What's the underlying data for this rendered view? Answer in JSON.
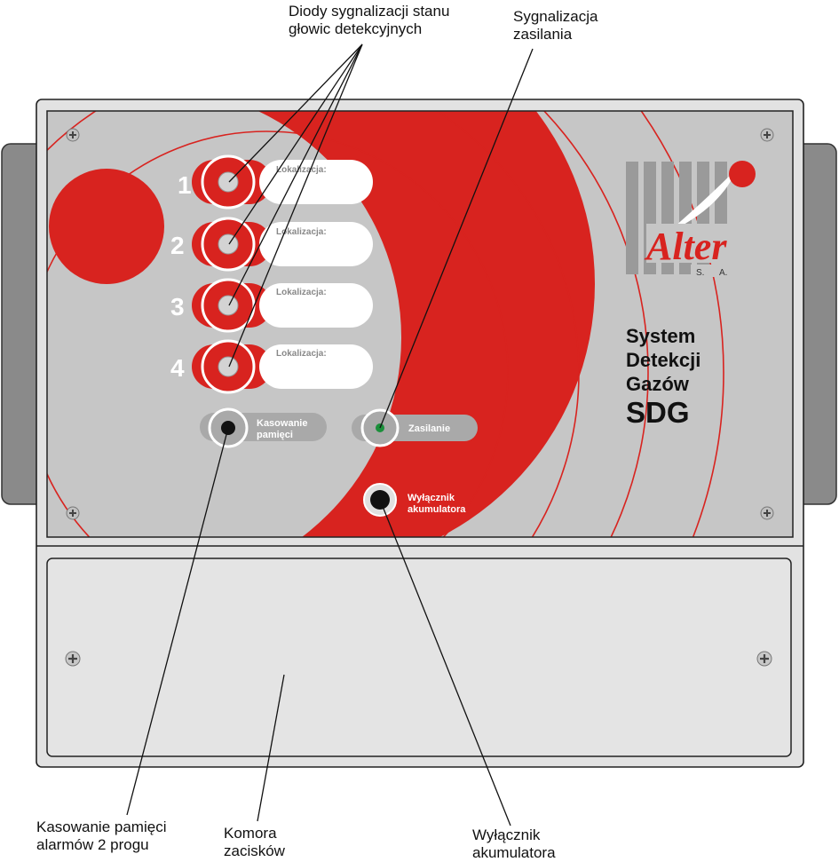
{
  "callouts": {
    "diodes_line1": "Diody sygnalizacji stanu",
    "diodes_line2": "głowic detekcyjnych",
    "power_line1": "Sygnalizacja",
    "power_line2": "zasilania",
    "reset_line1": "Kasowanie pamięci",
    "reset_line2": "alarmów 2 progu",
    "terminal_line1": "Komora",
    "terminal_line2": "zacisków",
    "battery_line1": "Wyłącznik",
    "battery_line2": "akumulatora"
  },
  "panel": {
    "channels": [
      {
        "number": "1",
        "location_label": "Lokalizacja:"
      },
      {
        "number": "2",
        "location_label": "Lokalizacja:"
      },
      {
        "number": "3",
        "location_label": "Lokalizacja:"
      },
      {
        "number": "4",
        "location_label": "Lokalizacja:"
      }
    ],
    "reset_button_line1": "Kasowanie",
    "reset_button_line2": "pamięci",
    "power_label": "Zasilanie",
    "battery_label_line1": "Wyłącznik",
    "battery_label_line2": "akumulatora"
  },
  "logo": {
    "brand": "Alter",
    "suffix_s": "S.",
    "suffix_a": "A."
  },
  "title": {
    "line1": "System",
    "line2": "Detekcji",
    "line3": "Gazów",
    "line4": "SDG"
  },
  "colors": {
    "red": "#d8231f",
    "panel_gray": "#c6c6c6",
    "enclosure_gray": "#e2e2e2",
    "handle_gray": "#8a8a8a",
    "power_led": "#1a8f3a"
  }
}
